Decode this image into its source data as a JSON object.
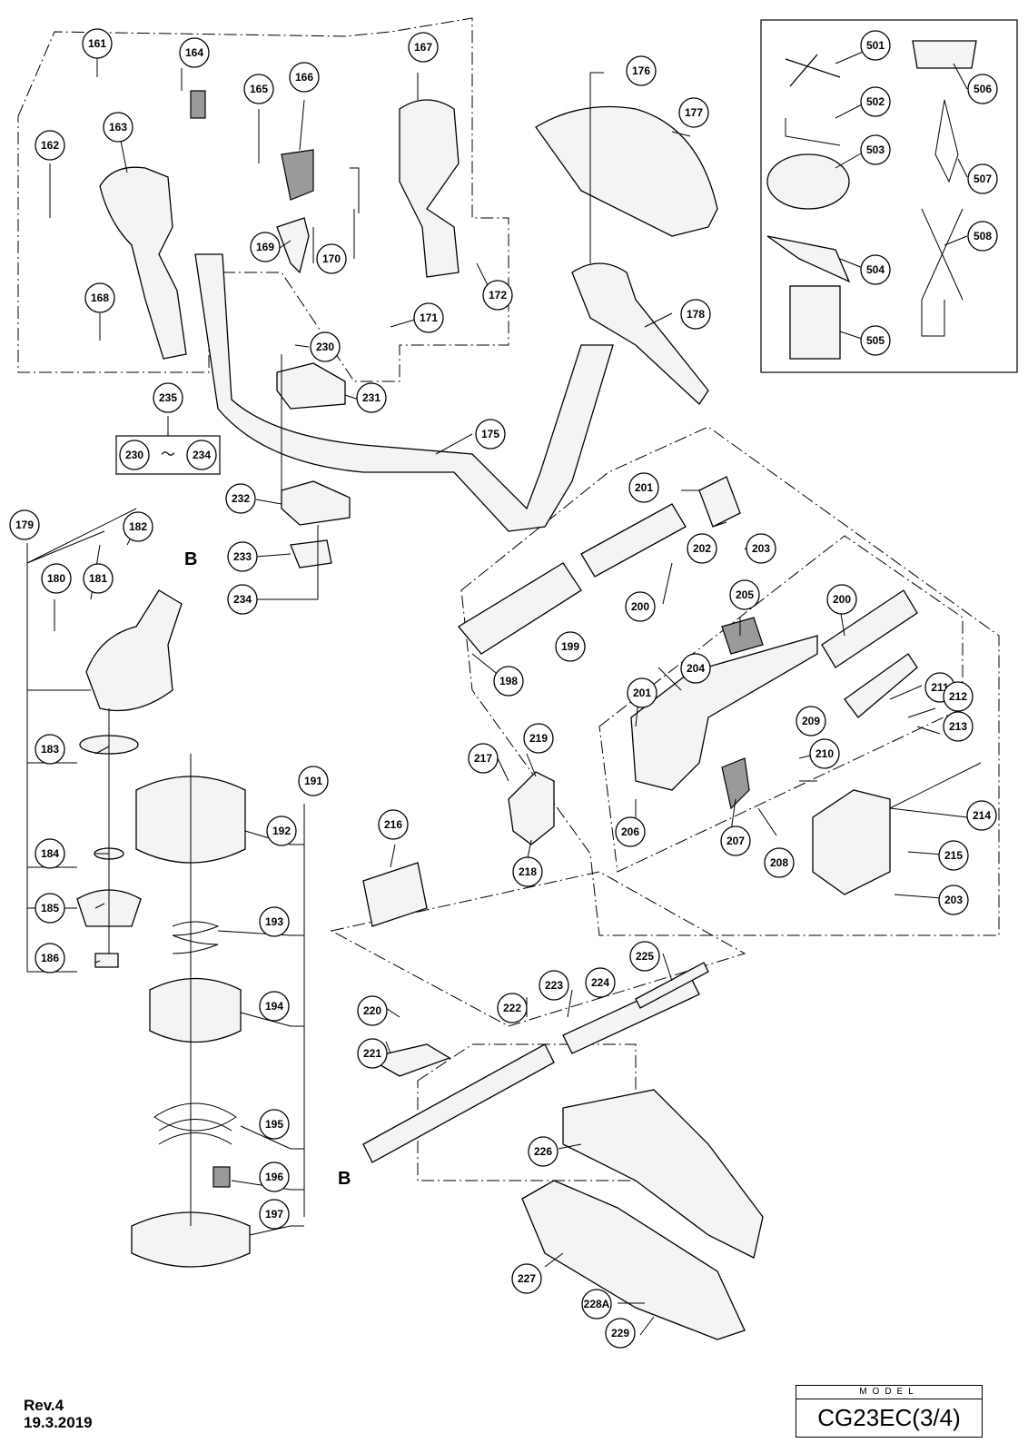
{
  "callouts": [
    "161",
    "162",
    "163",
    "164",
    "165",
    "166",
    "167",
    "168",
    "169",
    "170",
    "171",
    "172",
    "175",
    "176",
    "177",
    "178",
    "179",
    "180",
    "181",
    "182",
    "183",
    "184",
    "185",
    "186",
    "191",
    "192",
    "193",
    "194",
    "195",
    "196",
    "197",
    "198",
    "199",
    "200",
    "200",
    "201",
    "201",
    "202",
    "203",
    "203",
    "204",
    "205",
    "206",
    "207",
    "208",
    "209",
    "210",
    "211",
    "212",
    "213",
    "214",
    "215",
    "216",
    "217",
    "218",
    "219",
    "220",
    "221",
    "222",
    "223",
    "224",
    "225",
    "226",
    "227",
    "228A",
    "229",
    "230",
    "230",
    "231",
    "232",
    "233",
    "234",
    "235",
    "234",
    "501",
    "502",
    "503",
    "504",
    "505",
    "506",
    "507",
    "508"
  ],
  "labels": {
    "b_top": "B",
    "b_bottom": "B",
    "range_sep": "～"
  },
  "footer": {
    "rev": "Rev.4",
    "date": "19.3.2019"
  },
  "model": {
    "label": "MODEL",
    "value": "CG23EC(3/4)"
  }
}
